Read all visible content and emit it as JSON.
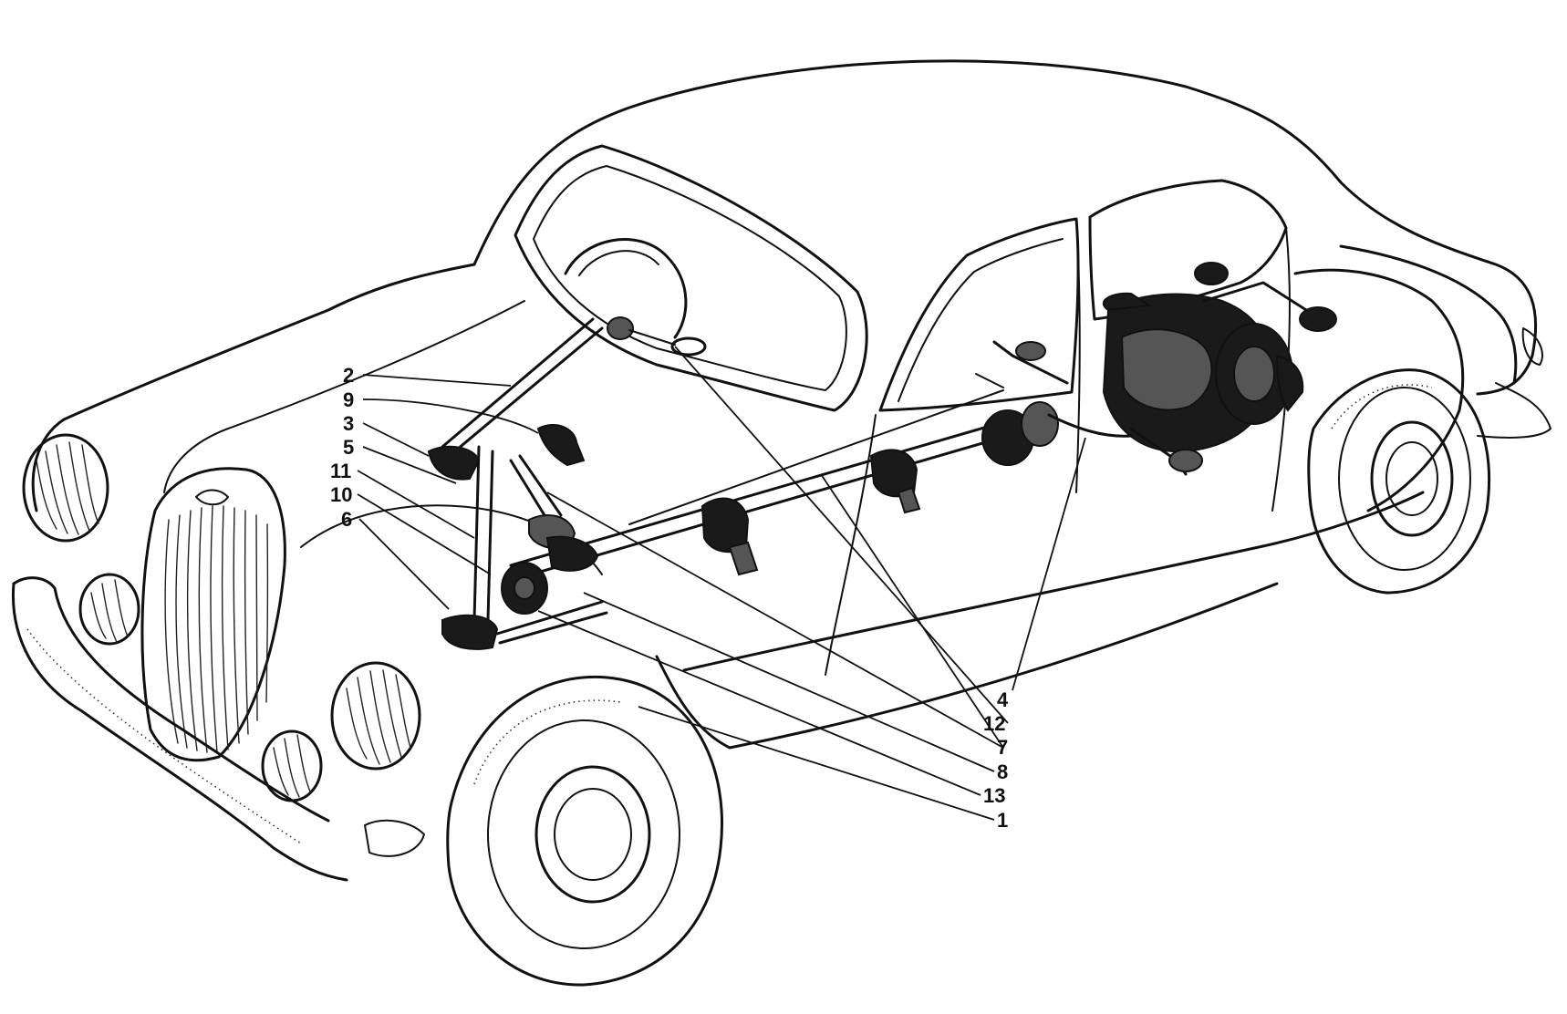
{
  "diagram": {
    "callouts": [
      {
        "id": "2",
        "text": "2"
      },
      {
        "id": "9",
        "text": "9"
      },
      {
        "id": "3",
        "text": "3"
      },
      {
        "id": "5",
        "text": "5"
      },
      {
        "id": "11",
        "text": "11"
      },
      {
        "id": "10",
        "text": "10"
      },
      {
        "id": "6",
        "text": "6"
      },
      {
        "id": "4",
        "text": "4"
      },
      {
        "id": "12",
        "text": "12"
      },
      {
        "id": "7",
        "text": "7"
      },
      {
        "id": "8",
        "text": "8"
      },
      {
        "id": "13",
        "text": "13"
      },
      {
        "id": "1",
        "text": "1"
      }
    ]
  }
}
